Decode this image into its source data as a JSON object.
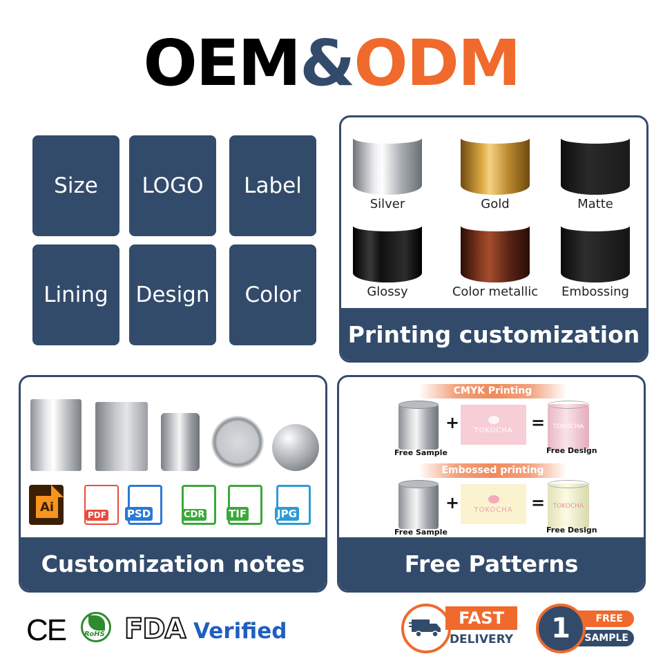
{
  "header": {
    "title_part1": "OEM",
    "title_amp": "&",
    "title_part2": "ODM"
  },
  "tiles": [
    "Size",
    "LOGO",
    "Label",
    "Lining",
    "Design",
    "Color"
  ],
  "printing": {
    "finishes": [
      {
        "label": "Silver",
        "color": "#c0c3c7"
      },
      {
        "label": "Gold",
        "color": "#c6952e"
      },
      {
        "label": "Matte",
        "color": "#1b1b1b"
      },
      {
        "label": "Glossy",
        "color": "#0d0d0d"
      },
      {
        "label": "Color metallic",
        "color": "#5a2415"
      },
      {
        "label": "Embossing",
        "color": "#161616"
      }
    ],
    "footer": "Printing customization"
  },
  "notes": {
    "file_types": [
      "Ai",
      "PDF",
      "PSD",
      "CDR",
      "TIF",
      "JPG"
    ],
    "footer": "Customization notes"
  },
  "patterns": {
    "row1_banner": "CMYK Printing",
    "row2_banner": "Embossed printing",
    "free_sample": "Free Sample",
    "free_design": "Free Design",
    "card_brand": "TOKOCHA",
    "plus": "+",
    "equals": "=",
    "footer": "Free Patterns"
  },
  "badges": {
    "ce": "CE",
    "rohs": "RoHS",
    "fda": "FDA",
    "verified": "Verified",
    "fast": "FAST",
    "delivery": "DELIVERY",
    "one": "1",
    "free": "FREE",
    "sample": "SAMPLE"
  },
  "colors": {
    "navy": "#334b6b",
    "orange": "#ef6a2c"
  }
}
